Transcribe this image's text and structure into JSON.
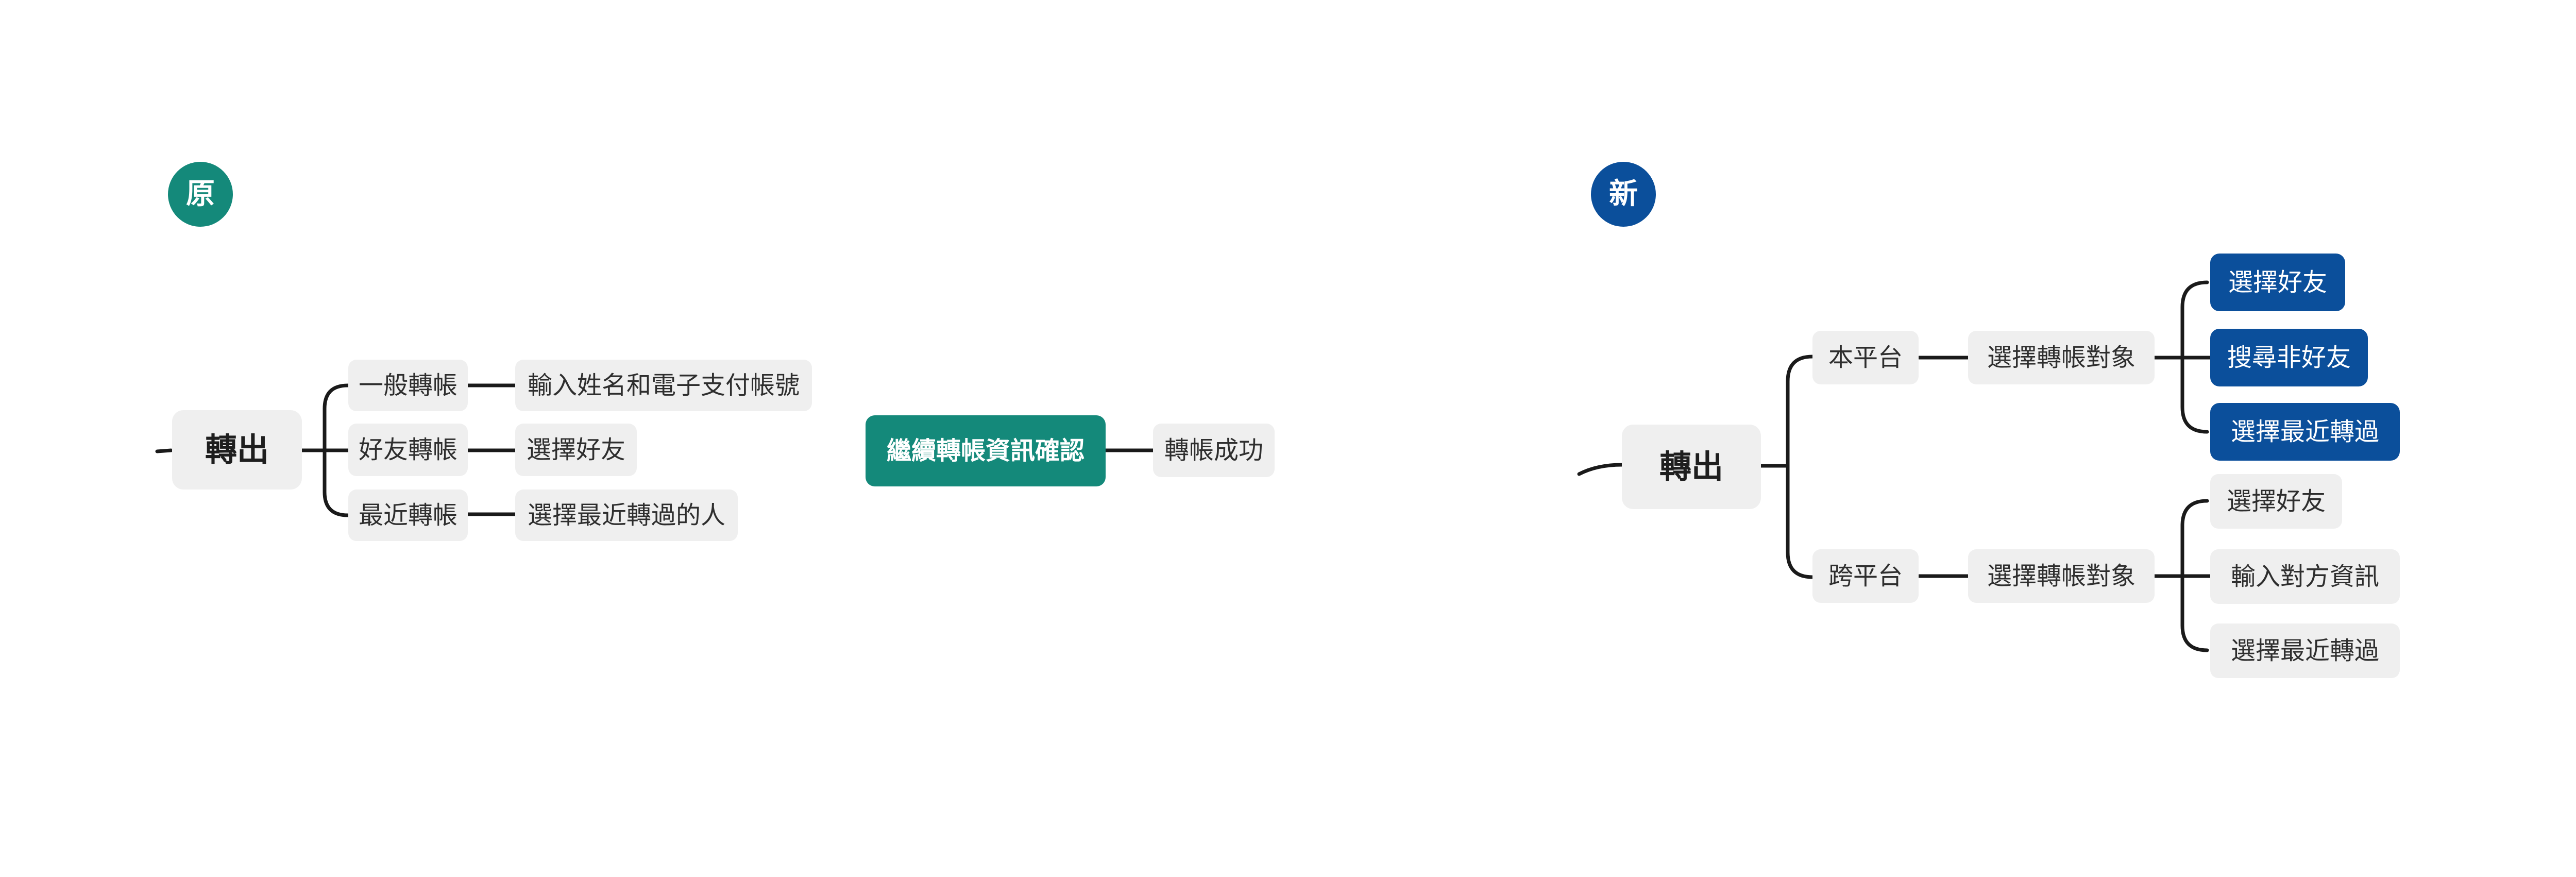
{
  "left_panel": {
    "badge": "原",
    "root": "轉出",
    "branches": [
      {
        "label": "一般轉帳",
        "child": "輸入姓名和電子支付帳號"
      },
      {
        "label": "好友轉帳",
        "child": "選擇好友"
      },
      {
        "label": "最近轉帳",
        "child": "選擇最近轉過的人"
      }
    ],
    "confirm": "繼續轉帳資訊確認",
    "result": "轉帳成功"
  },
  "right_panel": {
    "badge": "新",
    "root": "轉出",
    "branches": [
      {
        "label": "本平台",
        "select": "選擇轉帳對象",
        "options": [
          "選擇好友",
          "搜尋非好友",
          "選擇最近轉過"
        ],
        "highlighted": true
      },
      {
        "label": "跨平台",
        "select": "選擇轉帳對象",
        "options": [
          "選擇好友",
          "輸入對方資訊",
          "選擇最近轉過"
        ],
        "highlighted": false
      }
    ]
  },
  "colors": {
    "original_accent": "#14897a",
    "new_accent": "#0b4f9b",
    "node_fill": "#efefef",
    "connector": "#1a1a1a"
  }
}
